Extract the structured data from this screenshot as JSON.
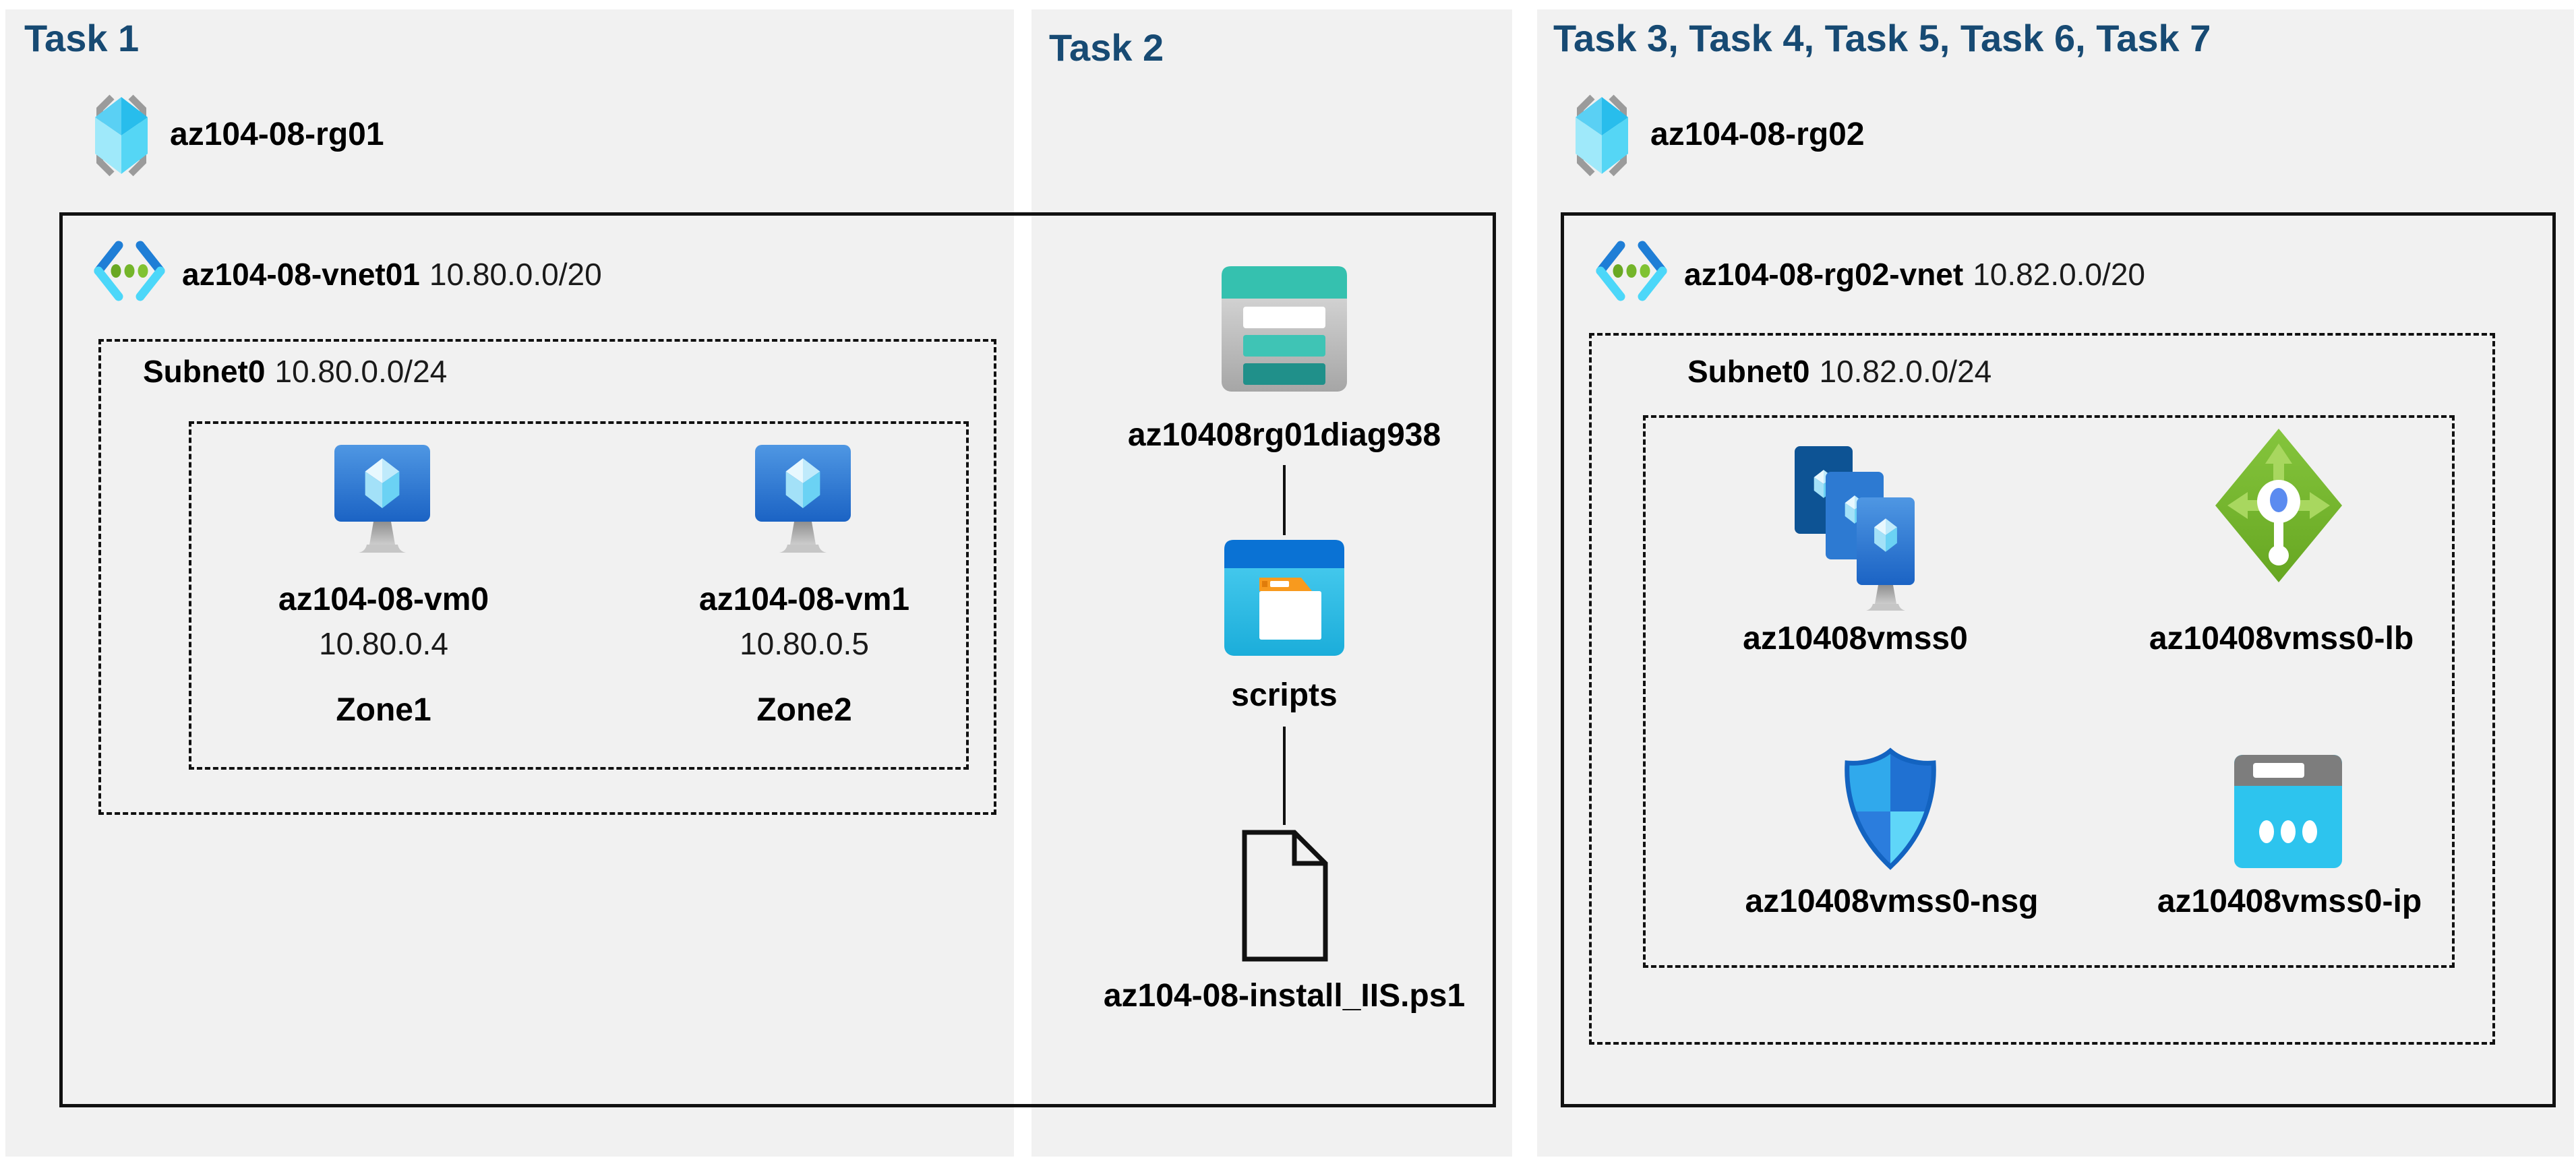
{
  "colors": {
    "panel_bg": "#f1f1f1",
    "title_text": "#174a73",
    "box_border": "#111111",
    "vnet_blue": "#1f7ed6",
    "vnet_cyan": "#4cd7f9",
    "storage_teal": "#35c1af",
    "folder_orange": "#f89a1e",
    "lb_green": "#76b82e",
    "pip_cyan": "#2dc4ee"
  },
  "task1": {
    "title": "Task 1",
    "rg_name": "az104-08-rg01",
    "vnet_name": "az104-08-vnet01",
    "vnet_cidr": "10.80.0.0/20",
    "subnet_name": "Subnet0",
    "subnet_cidr": "10.80.0.0/24",
    "vms": [
      {
        "name": "az104-08-vm0",
        "ip": "10.80.0.4",
        "zone": "Zone1"
      },
      {
        "name": "az104-08-vm1",
        "ip": "10.80.0.5",
        "zone": "Zone2"
      }
    ]
  },
  "task2": {
    "title": "Task 2",
    "storage_name": "az10408rg01diag938",
    "folder_name": "scripts",
    "file_name": "az104-08-install_IIS.ps1"
  },
  "task3": {
    "title": "Task 3, Task 4, Task 5, Task 6, Task 7",
    "rg_name": "az104-08-rg02",
    "vnet_name": "az104-08-rg02-vnet",
    "vnet_cidr": "10.82.0.0/20",
    "subnet_name": "Subnet0",
    "subnet_cidr": "10.82.0.0/24",
    "vmss_name": "az10408vmss0",
    "lb_name": "az10408vmss0-lb",
    "nsg_name": "az10408vmss0-nsg",
    "pip_name": "az10408vmss0-ip"
  }
}
